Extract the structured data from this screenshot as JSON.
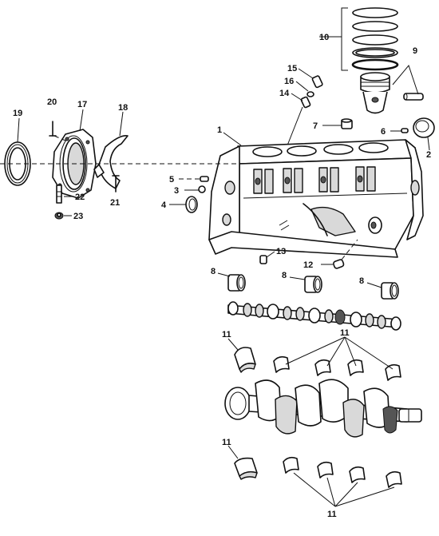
{
  "callouts": {
    "c1": "1",
    "c2": "2",
    "c3": "3",
    "c4": "4",
    "c5": "5",
    "c6": "6",
    "c7": "7",
    "c8a": "8",
    "c8b": "8",
    "c8c": "8",
    "c9": "9",
    "c10": "10",
    "c11a": "11",
    "c11b": "11",
    "c11c": "11",
    "c11d": "11",
    "c12": "12",
    "c13": "13",
    "c14": "14",
    "c15": "15",
    "c16": "16",
    "c17": "17",
    "c18": "18",
    "c19": "19",
    "c20": "20",
    "c21": "21",
    "c22": "22",
    "c23": "23"
  }
}
